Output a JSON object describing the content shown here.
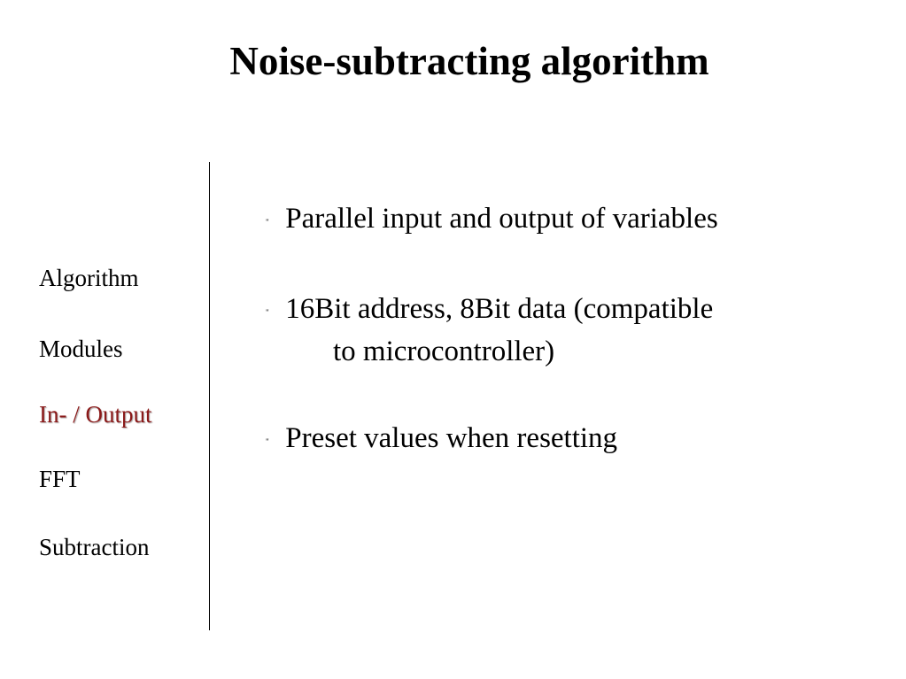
{
  "slide": {
    "title": "Noise-subtracting algorithm"
  },
  "nav": {
    "items": [
      {
        "label": "Algorithm",
        "active": false
      },
      {
        "label": "Modules",
        "active": false
      },
      {
        "label": "In- / Output",
        "active": true
      },
      {
        "label": "FFT",
        "active": false
      },
      {
        "label": "Subtraction",
        "active": false
      }
    ],
    "active_color": "#8b1a1a"
  },
  "content": {
    "bullet_marker": "\"",
    "bullets": [
      {
        "text": "Parallel input and output of variables",
        "continuation": ""
      },
      {
        "text": "16Bit address, 8Bit data (compatible",
        "continuation": "to microcontroller)"
      },
      {
        "text": "Preset values when resetting",
        "continuation": ""
      }
    ]
  }
}
